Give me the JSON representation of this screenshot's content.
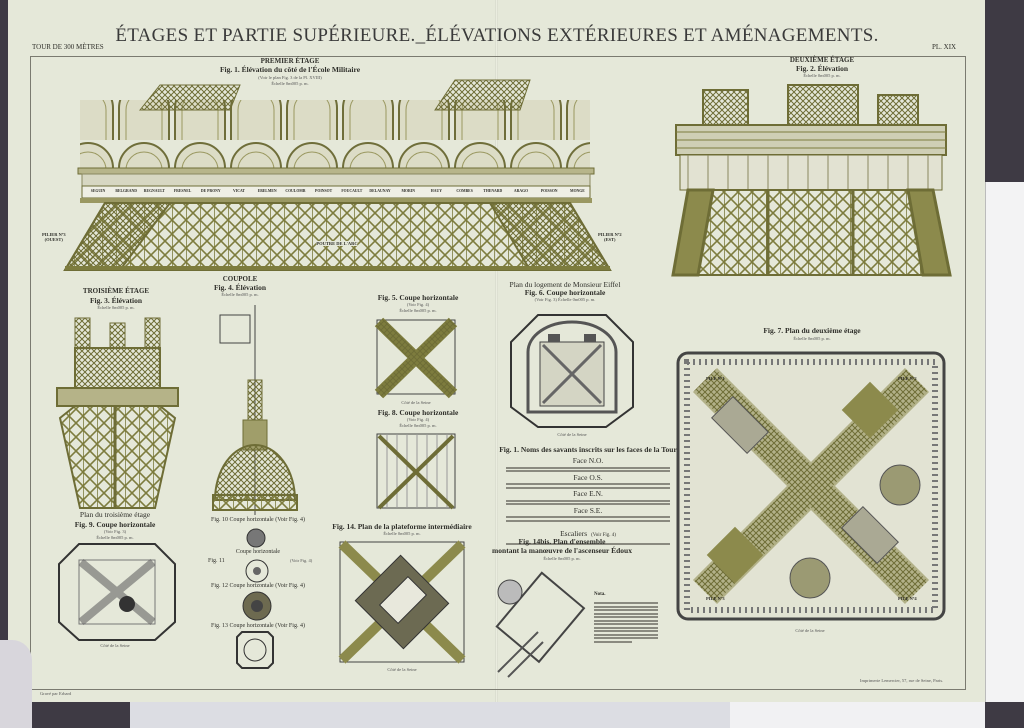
{
  "plate": {
    "title": "ÉTAGES ET PARTIE SUPÉRIEURE._ÉLÉVATIONS EXTÉRIEURES ET AMÉNAGEMENTS.",
    "series": "TOUR DE 300 MÈTRES",
    "plate_number": "PL. XIX",
    "printer": "Imprimerie Lemercier, 57, rue de Seine, Paris.",
    "engraver": "Gravé par Erhard"
  },
  "colors": {
    "paper": "#e5e8d9",
    "ironwork": "#8c8a4c",
    "ink": "#2f2f2a",
    "background": "#3e3a44"
  },
  "fig1": {
    "stage": "PREMIER ÉTAGE",
    "caption": "Fig. 1. Élévation du côté de l'École Militaire",
    "ref": "(Voir le plan Fig. 3 de la Pl. XVIII)",
    "scale": "Échelle 0m005 p. m.",
    "names": [
      "SEGUIN",
      "BELGRAND",
      "REGNAULT",
      "FRESNEL",
      "DE PRONY",
      "VICAT",
      "EBELMEN",
      "COULOMB",
      "POINSOT",
      "FOUCAULT",
      "DELAUNAY",
      "MORIN",
      "HAUY",
      "COMBES",
      "THENARD",
      "ARAGO",
      "POISSON",
      "MONGE"
    ],
    "pillar_left": "PILIER Nº3",
    "pillar_left_dir": "(OUEST)",
    "pillar_right": "PILIER Nº2",
    "pillar_right_dir": "(EST)",
    "arch_label": "POUTRE DE L'ARC"
  },
  "fig2": {
    "stage": "DEUXIÈME ÉTAGE",
    "caption": "Fig. 2. Élévation",
    "scale": "Échelle 0m005 p. m."
  },
  "fig3": {
    "stage": "TROISIÈME ÉTAGE",
    "caption": "Fig. 3. Élévation",
    "scale": "Échelle 0m005 p. m."
  },
  "fig4": {
    "stage": "COUPOLE",
    "caption": "Fig. 4. Élévation",
    "scale": "Échelle 0m005 p. m."
  },
  "fig5": {
    "caption": "Fig. 5. Coupe horizontale",
    "ref": "(Voir Fig. 4)",
    "scale": "Échelle 0m005 p. m.",
    "footer": "Côté de la Seine"
  },
  "fig6": {
    "heading": "Plan du logement de Monsieur Eiffel",
    "caption": "Fig. 6. Coupe horizontale",
    "ref": "(Voir Fig. 3) Échelle 0m005 p. m.",
    "footer": "Côté de la Seine"
  },
  "fig7": {
    "caption": "Fig. 7. Plan du deuxième étage",
    "scale": "Échelle 0m005 p. m.",
    "footer": "Côté de la Seine",
    "pile1": "PILE Nº1",
    "pile2": "PILE Nº2",
    "pile3": "PILE Nº3",
    "pile4": "PILE Nº4"
  },
  "fig8": {
    "caption": "Fig. 8. Coupe horizontale",
    "ref": "(Voir Fig. 4)",
    "scale": "Échelle 0m005 p. m."
  },
  "fig9": {
    "heading": "Plan du troisième étage",
    "caption": "Fig. 9. Coupe horizontale",
    "ref": "(Voir Fig. 3)",
    "scale": "Échelle 0m005 p. m.",
    "footer": "Côté de la Seine"
  },
  "fig10": {
    "caption": "Fig. 10  Coupe horizontale (Voir Fig. 4)"
  },
  "fig11": {
    "caption": "Fig. 11",
    "title": "Coupe horizontale",
    "ref": "(Voir Fig. 4)"
  },
  "fig12": {
    "caption": "Fig. 12  Coupe horizontale (Voir Fig. 4)"
  },
  "fig13": {
    "caption": "Fig. 13  Coupe horizontale (Voir Fig. 4)"
  },
  "fig14": {
    "caption": "Fig. 14. Plan de la plateforme intermédiaire",
    "scale": "Échelle 0m005 p. m.",
    "footer": "Côté de la Seine"
  },
  "fig14bis": {
    "caption": "Fig. 14bis. Plan d'ensemble",
    "subtitle": "montant la manœuvre de l'ascenseur Édoux",
    "scale": "Échelle 0m005 p. m."
  },
  "savants": {
    "caption": "Fig. 1. Noms des savants inscrits sur les faces de la Tour",
    "faces": [
      "Face N.O.",
      "Face O.S.",
      "Face E.N.",
      "Face S.E."
    ],
    "stairs": "Escaliers",
    "stairs_ref": "(Voir Fig. 4)"
  },
  "note": {
    "label": "Nota."
  }
}
